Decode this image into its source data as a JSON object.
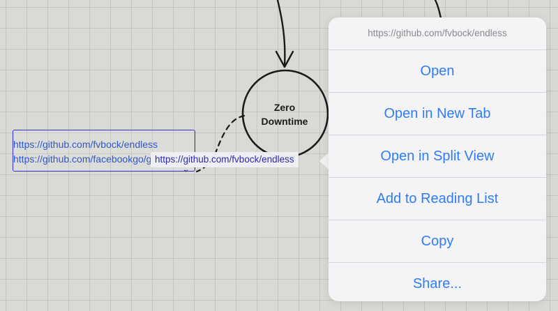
{
  "canvas": {
    "node": {
      "line1": "Zero",
      "line2": "Downtime"
    },
    "link_box": {
      "link1": "https://github.com/fvbock/endless",
      "link2": "https://github.com/facebookgo/grace",
      "handle": ".,."
    },
    "tooltip": "https://github.com/fvbock/endless"
  },
  "popover": {
    "url": "https://github.com/fvbock/endless",
    "items": [
      {
        "label": "Open"
      },
      {
        "label": "Open in New Tab"
      },
      {
        "label": "Open in Split View"
      },
      {
        "label": "Add to Reading List"
      },
      {
        "label": "Copy"
      },
      {
        "label": "Share..."
      }
    ]
  },
  "colors": {
    "accent": "#2f7cf6",
    "link": "#2f57c9",
    "selection_border": "#2f2fd6",
    "canvas_bg": "#e2e0dc"
  }
}
